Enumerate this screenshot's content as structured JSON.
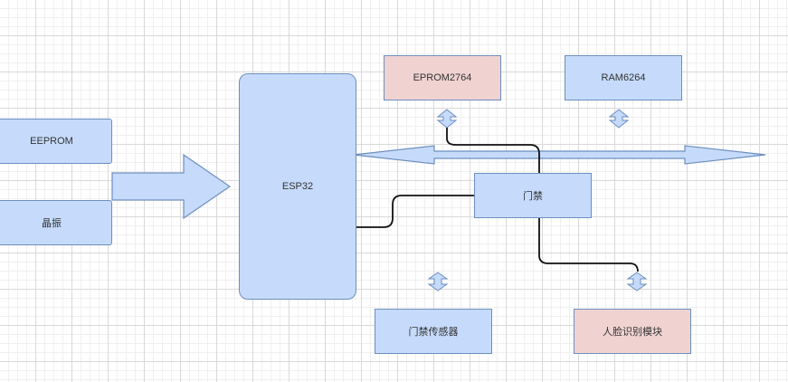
{
  "colors": {
    "blue_fill": "#c6dbfb",
    "blue_stroke": "#6c8ebf",
    "red_fill": "#f0d3d1",
    "red_stroke": "#b85450",
    "wire": "#111111"
  },
  "nodes": {
    "eeprom": "EEPROM",
    "crystal": "晶振",
    "esp32": "ESP32",
    "eprom": "EPROM2764",
    "ram": "RAM6264",
    "door": "门禁",
    "sensor": "门禁传感器",
    "face": "人脸识别模块"
  }
}
